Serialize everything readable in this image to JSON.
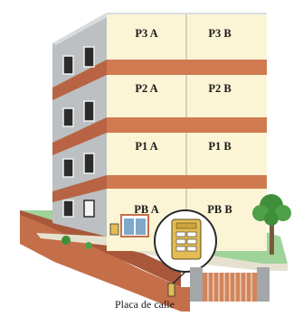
{
  "units": {
    "p3a": "P3 A",
    "p3b": "P3 B",
    "p2a": "P2 A",
    "p2b": "P2 B",
    "p1a": "P1 A",
    "p1b": "P1 B",
    "pba": "PB A",
    "pbb": "PB B"
  },
  "callout": "Placa de calle",
  "colors": {
    "facade": "#fbf5d6",
    "slab": "#cf7a50",
    "side_wall": "#bcc0c2",
    "ground_soil": "#c46f4a",
    "lawn": "#9fd39a",
    "gate": "#d2855c",
    "panel_gold": "#e3bd54"
  },
  "icons": [
    "window-icon",
    "door-icon",
    "tree-icon",
    "intercom-panel-icon",
    "magnifier-lens-icon",
    "gate-icon"
  ]
}
